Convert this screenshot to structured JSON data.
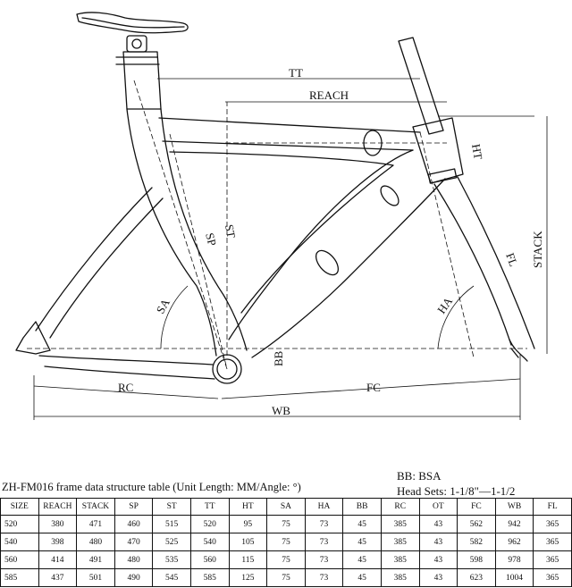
{
  "diagram": {
    "labels": {
      "tt": "TT",
      "reach": "REACH",
      "ht": "HT",
      "stack": "STACK",
      "fl": "FL",
      "st": "ST",
      "sp": "SP",
      "sa": "SA",
      "ha": "HA",
      "bb": "BB",
      "rc": "RC",
      "fc": "FC",
      "wb": "WB"
    }
  },
  "caption": "ZH-FM016 frame data structure table (Unit Length: MM/Angle: °)",
  "bb_info": "BB: BSA",
  "headset_info": "Head Sets: 1-1/8\"—1-1/2",
  "table": {
    "headers": [
      "SIZE",
      "REACH",
      "STACK",
      "SP",
      "ST",
      "TT",
      "HT",
      "SA",
      "HA",
      "BB",
      "RC",
      "OT",
      "FC",
      "WB",
      "FL"
    ],
    "rows": [
      [
        "520",
        "380",
        "471",
        "460",
        "515",
        "520",
        "95",
        "75",
        "73",
        "45",
        "385",
        "43",
        "562",
        "942",
        "365"
      ],
      [
        "540",
        "398",
        "480",
        "470",
        "525",
        "540",
        "105",
        "75",
        "73",
        "45",
        "385",
        "43",
        "582",
        "962",
        "365"
      ],
      [
        "560",
        "414",
        "491",
        "480",
        "535",
        "560",
        "115",
        "75",
        "73",
        "45",
        "385",
        "43",
        "598",
        "978",
        "365"
      ],
      [
        "585",
        "437",
        "501",
        "490",
        "545",
        "585",
        "125",
        "75",
        "73",
        "45",
        "385",
        "43",
        "623",
        "1004",
        "365"
      ]
    ]
  }
}
